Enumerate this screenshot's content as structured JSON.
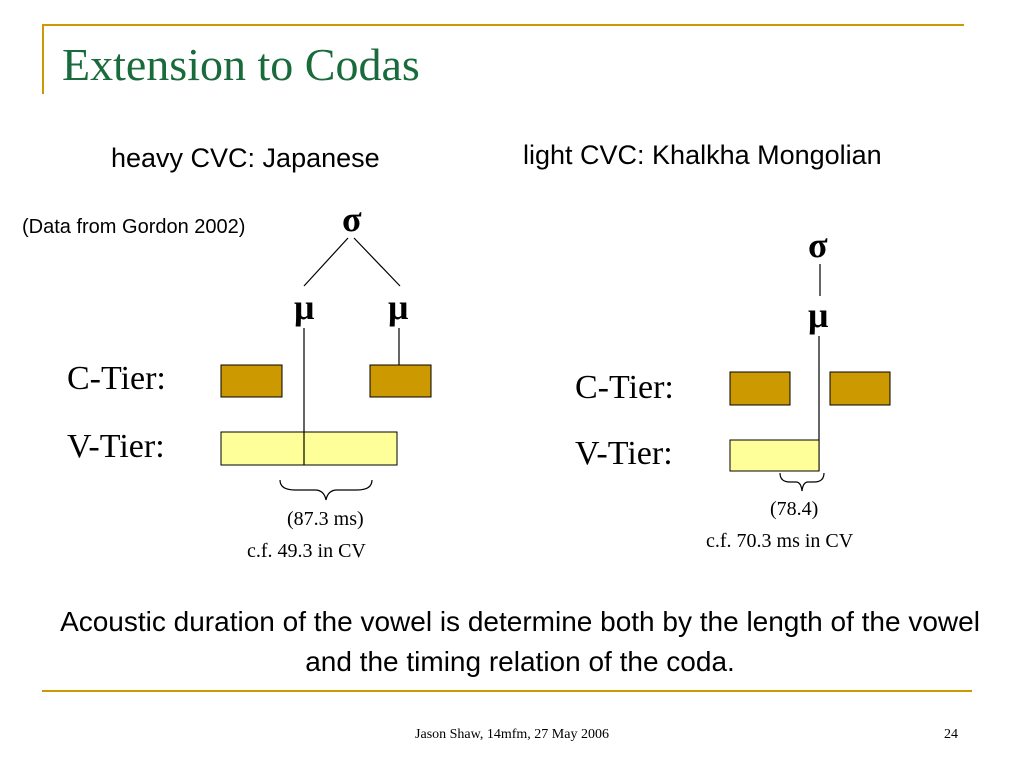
{
  "title": "Extension to Codas",
  "colors": {
    "accent": "#cc9900",
    "title": "#1a6b3c",
    "consonant": "#cc9900",
    "vowel": "#ffff99"
  },
  "left": {
    "heading": "heavy CVC: Japanese",
    "note": "(Data from Gordon 2002)",
    "sigma": "σ",
    "mu1": "μ",
    "mu2": "μ",
    "c_tier_label": "C-Tier:",
    "v_tier_label": "V-Tier:",
    "duration": "(87.3 ms)",
    "comparison": "c.f. 49.3 in CV"
  },
  "right": {
    "heading": "light CVC: Khalkha Mongolian",
    "sigma": "σ",
    "mu": "μ",
    "c_tier_label": "C-Tier:",
    "v_tier_label": "V-Tier:",
    "duration": "(78.4)",
    "comparison": "c.f. 70.3 ms in CV"
  },
  "caption": "Acoustic duration of the vowel is determine both by the length of the vowel and the timing relation of the coda.",
  "footer": "Jason Shaw, 14mfm, 27 May 2006",
  "page_number": "24"
}
